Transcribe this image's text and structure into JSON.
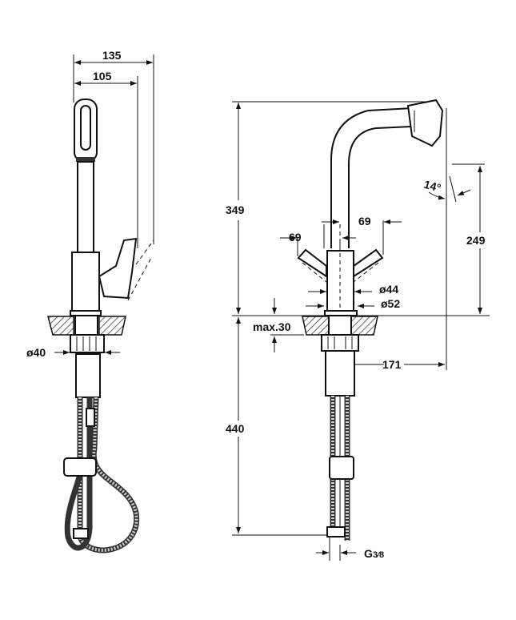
{
  "drawing": {
    "side_view": {
      "dim_total_reach": "135",
      "dim_spout_reach": "105",
      "dim_base_diameter": "ø40"
    },
    "front_view": {
      "dim_height_above_counter": "349",
      "dim_spout_height": "249",
      "dim_handle_left": "69",
      "dim_handle_right": "69",
      "dim_head_angle": "14°",
      "dim_body_diameter": "ø44",
      "dim_flange_diameter": "ø52",
      "dim_max_counter_thickness": "max.30",
      "dim_spout_offset": "171",
      "dim_below_counter": "440",
      "dim_connection": "G",
      "dim_connection_fraction": "3⁄8"
    }
  }
}
